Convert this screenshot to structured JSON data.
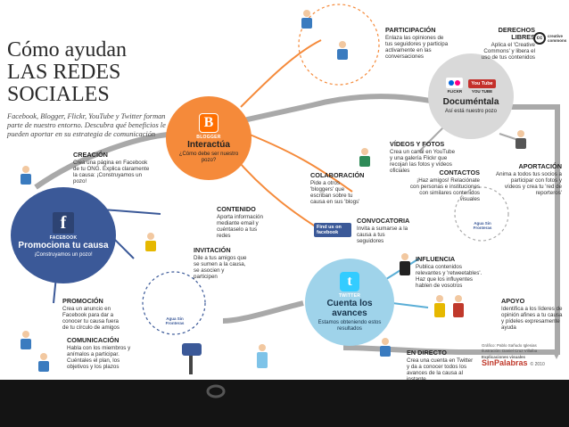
{
  "title": "Cómo ayudan LAS REDES SOCIALES",
  "title_lines": [
    "Cómo ayudan",
    "LAS REDES",
    "SOCIALES"
  ],
  "subtitle": "Facebook, Blogger, Flickr, YouTube y Twitter forman parte de nuestro entorno. Descubra qué beneficios le pueden aportar en su estrategia de comunicación",
  "hubs": {
    "facebook": {
      "tag": "FACEBOOK",
      "title": "Promociona tu causa",
      "sub": "¡Construyamos un pozo!",
      "logo": "f"
    },
    "blogger": {
      "tag": "BLOGGER",
      "title": "Interactúa",
      "sub": "¿Cómo debe ser nuestro pozo?",
      "logo": "B"
    },
    "flickr": {
      "tag_flickr": "FLICKR",
      "tag_youtube": "YOU TUBE",
      "title": "Documéntala",
      "sub": "Así está nuestro pozo",
      "logo_youtube": "You Tube"
    },
    "twitter": {
      "tag": "TWITTER",
      "title": "Cuenta los avances",
      "sub": "Estamos obteniendo estos resultados",
      "logo": "t"
    }
  },
  "labels": {
    "creacion": {
      "title": "CREACIÓN",
      "text": "Crea una página en Facebook de tu ONG. Explica claramente la causa: ¡Construyamos un pozo!"
    },
    "contenido": {
      "title": "CONTENIDO",
      "text": "Aporta información mediante email y cuéntaselo a tus redes"
    },
    "invitacion": {
      "title": "INVITACIÓN",
      "text": "Dile a tus amigos que se sumen a la causa, se asocien y participen"
    },
    "promocion": {
      "title": "PROMOCIÓN",
      "text": "Crea un anuncio en Facebook para dar a conocer tu causa fuera de tu círculo de amigos"
    },
    "comunicacion": {
      "title": "COMUNICACIÓN",
      "text": "Habla con los miembros y anímalos a participar. Cuéntales el plan, los objetivos y los plazos"
    },
    "participacion": {
      "title": "PARTICIPACIÓN",
      "text": "Enlaza las opiniones de tus seguidores y participa activamente en las conversaciones"
    },
    "derechos": {
      "title": "DERECHOS LIBRES",
      "text": "Aplica el 'Creative Commons' y libera el uso de tus contenidos"
    },
    "videos": {
      "title": "VÍDEOS Y FOTOS",
      "text": "Crea un canal en YouTube y una galería Flickr que recojan las fotos y vídeos oficiales"
    },
    "colaboracion": {
      "title": "COLABORACIÓN",
      "text": "Pide a otros 'bloggers' que escriban sobre tu causa en sus 'blogs'"
    },
    "contactos": {
      "title": "CONTACTOS",
      "text": "¡Haz amigos! Relaciónate con personas e instituciones con similares contenidos visuales"
    },
    "aportacion": {
      "title": "APORTACIÓN",
      "text": "Anima a todos tus socios a participar con fotos y vídeos y crea tu 'red de reporteros'"
    },
    "convocatoria": {
      "title": "CONVOCATORIA",
      "text": "Invita a sumarse a la causa a tus seguidores"
    },
    "influencia": {
      "title": "INFLUENCIA",
      "text": "Publica contenidos relevantes y 'retweetables'. Haz que los influyentes hablen de vosotros"
    },
    "apoyo": {
      "title": "APOYO",
      "text": "Identifica a los líderes de opinión afines a tu causa y pídeles expresamente ayuda"
    },
    "en_directo": {
      "title": "EN DIRECTO",
      "text": "Crea una cuenta en Twitter y da a conocer todos los avances de la causa al instante"
    }
  },
  "misc": {
    "creative_commons": "creative commons",
    "cc_mark": "cc",
    "agua_sin_fronteras": "Agua Sin Fronteras",
    "join_facebook": "Find us on facebook",
    "credits_1": "Gráfico: Pablo Sañudo Iglesias",
    "credits_2": "Ilustración: Daniel Cruz Villalba",
    "credits_3": "Explicaciones visuales",
    "brand": "SinPalabras",
    "year": "© 2010"
  },
  "colors": {
    "facebook_hub": "#3b5998",
    "blogger_hub": "#f58a3a",
    "flickr_hub": "#d9d9d9",
    "twitter_hub": "#9fd3ea",
    "flow_line": "#9a9a9a",
    "accent_red": "#c0392b",
    "bottom_bar": "#141414"
  }
}
